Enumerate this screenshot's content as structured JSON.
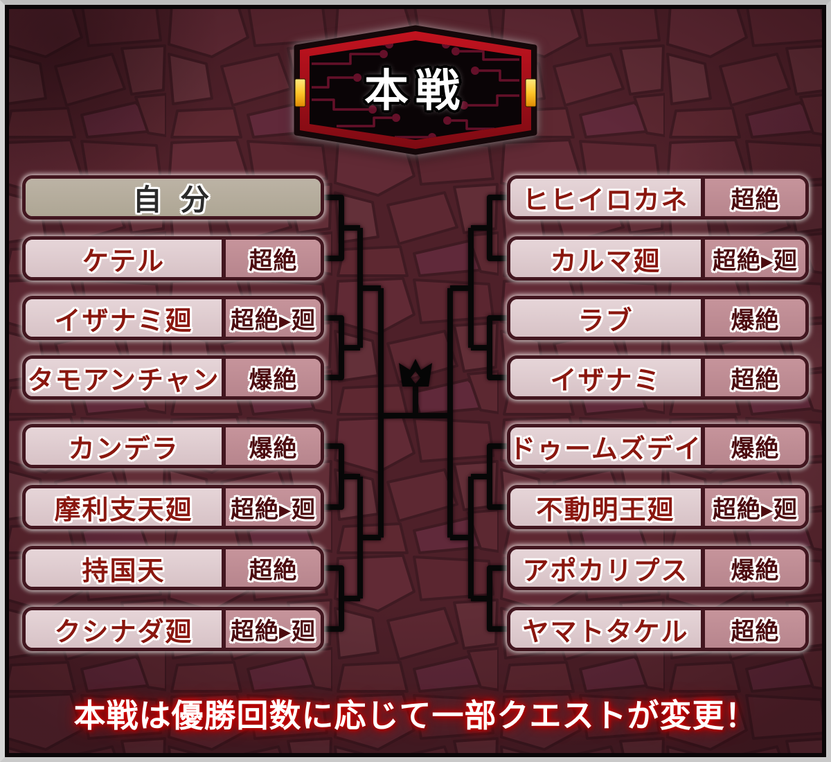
{
  "banner": {
    "title": "本戦"
  },
  "bracket": {
    "left": [
      {
        "name": "自 分",
        "difficulty": ""
      },
      {
        "name": "ケテル",
        "difficulty": "超絶"
      },
      {
        "name": "イザナミ廻",
        "difficulty": "超絶▸廻"
      },
      {
        "name": "タモアンチャン",
        "difficulty": "爆絶"
      },
      {
        "name": "カンデラ",
        "difficulty": "爆絶"
      },
      {
        "name": "摩利支天廻",
        "difficulty": "超絶▸廻"
      },
      {
        "name": "持国天",
        "difficulty": "超絶"
      },
      {
        "name": "クシナダ廻",
        "difficulty": "超絶▸廻"
      }
    ],
    "right": [
      {
        "name": "ヒヒイロカネ",
        "difficulty": "超絶"
      },
      {
        "name": "カルマ廻",
        "difficulty": "超絶▸廻"
      },
      {
        "name": "ラブ",
        "difficulty": "爆絶"
      },
      {
        "name": "イザナミ",
        "difficulty": "超絶"
      },
      {
        "name": "ドゥームズデイ",
        "difficulty": "爆絶"
      },
      {
        "name": "不動明王廻",
        "difficulty": "超絶▸廻"
      },
      {
        "name": "アポカリプス",
        "difficulty": "爆絶"
      },
      {
        "name": "ヤマトタケル",
        "difficulty": "超絶"
      }
    ]
  },
  "footer": {
    "note": "本戦は優勝回数に応じて一部クエストが変更！"
  },
  "icons": {
    "center": "crown-icon"
  },
  "colors": {
    "background": "#5c2730",
    "box_border": "#42161f",
    "name_bg": "#ddcacd",
    "difficulty_bg": "#c08e95",
    "self_bg": "#b7aea1",
    "banner_red": "#a8101c",
    "banner_inner": "#0a0406",
    "gold": "#f7b91c",
    "line": "#070707",
    "name_text": "#8a170f",
    "difficulty_text": "#4c0c10",
    "footer_glow": "#cc0000"
  }
}
